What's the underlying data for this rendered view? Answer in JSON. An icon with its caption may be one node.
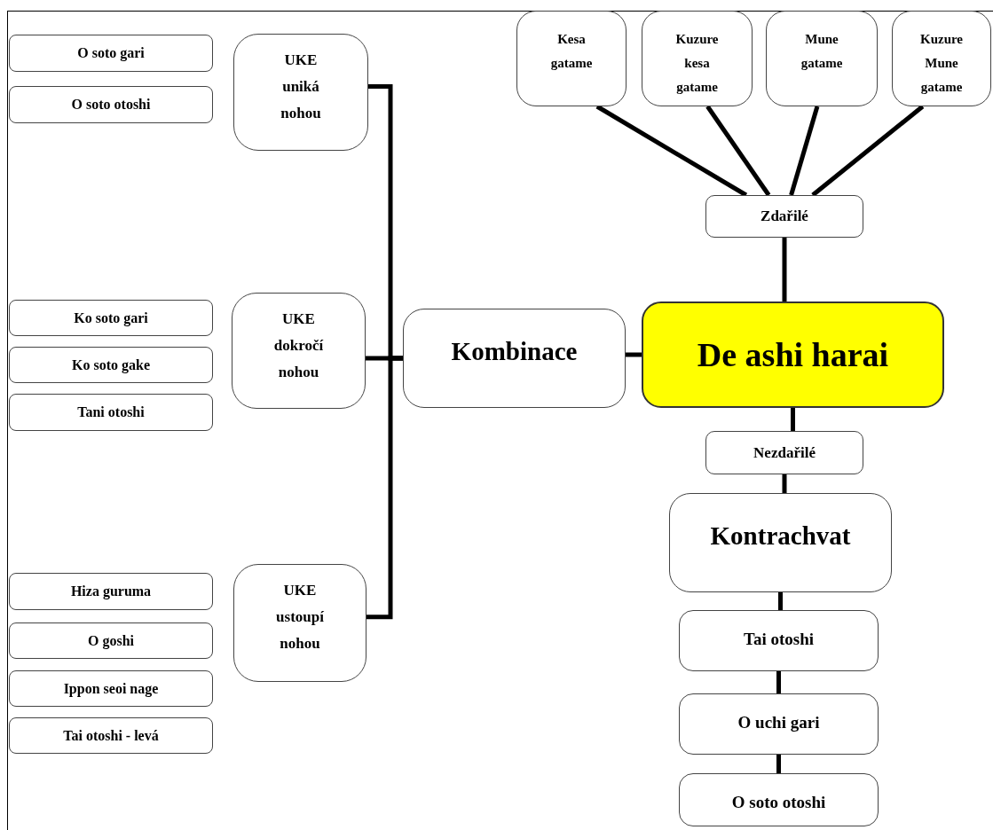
{
  "diagram": {
    "nodes": [
      {
        "text": [
          "De ashi harai"
        ]
      },
      {
        "text": [
          "Zdařilé"
        ]
      },
      {
        "text": [
          "Kesa gatame"
        ]
      },
      {
        "text": [
          "Kuzure kesa gatame"
        ]
      },
      {
        "text": [
          "Mune gatame"
        ]
      },
      {
        "text": [
          "Kuzure Mune gatame"
        ]
      },
      {
        "text": [
          "Nezdařilé"
        ]
      },
      {
        "text": [
          "Kontrachvat"
        ]
      },
      {
        "text": [
          "Tai otoshi"
        ]
      },
      {
        "text": [
          "O uchi gari"
        ]
      },
      {
        "text": [
          "O soto otoshi"
        ]
      },
      {
        "text": [
          "Kombinace"
        ]
      },
      {
        "text": [
          "UKE uniká nohou"
        ]
      },
      {
        "text": [
          "UKE dokročí nohou"
        ]
      },
      {
        "text": [
          "UKE ustoupí nohou"
        ]
      },
      {
        "text": [
          "O soto gari"
        ]
      },
      {
        "text": [
          "O soto otoshi"
        ]
      },
      {
        "text": [
          "Ko soto gari"
        ]
      },
      {
        "text": [
          "Ko soto gake"
        ]
      },
      {
        "text": [
          "Tani otoshi"
        ]
      },
      {
        "text": [
          "Hiza guruma"
        ]
      },
      {
        "text": [
          "O goshi"
        ]
      },
      {
        "text": [
          "Ippon seoi nage"
        ]
      },
      {
        "text": [
          "Tai otoshi - levá"
        ]
      }
    ],
    "edges": [
      {
        "from": 0,
        "to": 1,
        "arrow": "none"
      },
      {
        "from": 1,
        "to": 2,
        "arrow": "none"
      },
      {
        "from": 1,
        "to": 3,
        "arrow": "none"
      },
      {
        "from": 1,
        "to": 4,
        "arrow": "none"
      },
      {
        "from": 1,
        "to": 5,
        "arrow": "none"
      },
      {
        "from": 0,
        "to": 6,
        "arrow": "none"
      },
      {
        "from": 6,
        "to": 7,
        "arrow": "none"
      },
      {
        "from": 7,
        "to": 8,
        "arrow": "none"
      },
      {
        "from": 8,
        "to": 9,
        "arrow": "none"
      },
      {
        "from": 9,
        "to": 10,
        "arrow": "none"
      },
      {
        "from": 0,
        "to": 11,
        "arrow": "none"
      },
      {
        "from": 11,
        "to": 12,
        "arrow": "none"
      },
      {
        "from": 11,
        "to": 13,
        "arrow": "none"
      },
      {
        "from": 11,
        "to": 14,
        "arrow": "none"
      }
    ]
  }
}
